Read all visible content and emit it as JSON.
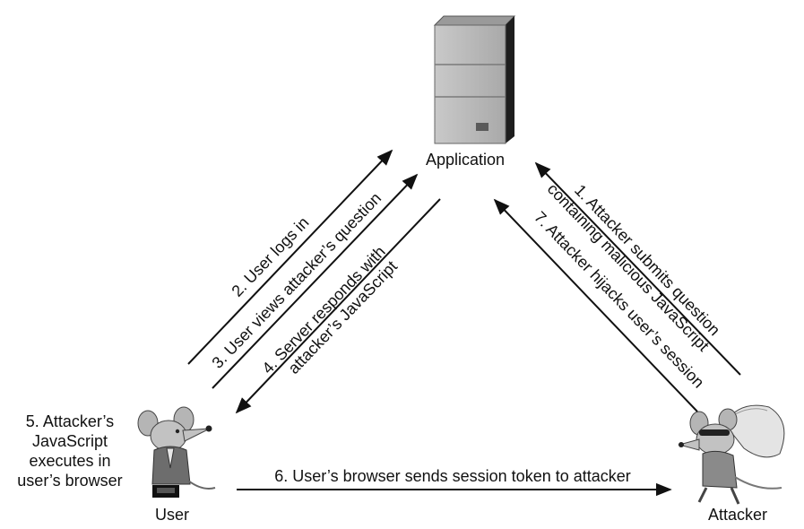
{
  "nodes": {
    "application": "Application",
    "user": "User",
    "attacker": "Attacker"
  },
  "user_note": [
    "5. Attacker’s",
    "JavaScript",
    "executes in",
    "user’s browser"
  ],
  "steps": {
    "s1": [
      "1. Attacker submits question",
      "containing malicious JavaScript"
    ],
    "s2": "2. User logs in",
    "s3": "3. User views attacker’s question",
    "s4": [
      "4. Server responds with",
      "attacker’s JavaScript"
    ],
    "s6": "6. User’s browser sends session token to attacker",
    "s7": "7. Attacker hijacks user’s session"
  }
}
